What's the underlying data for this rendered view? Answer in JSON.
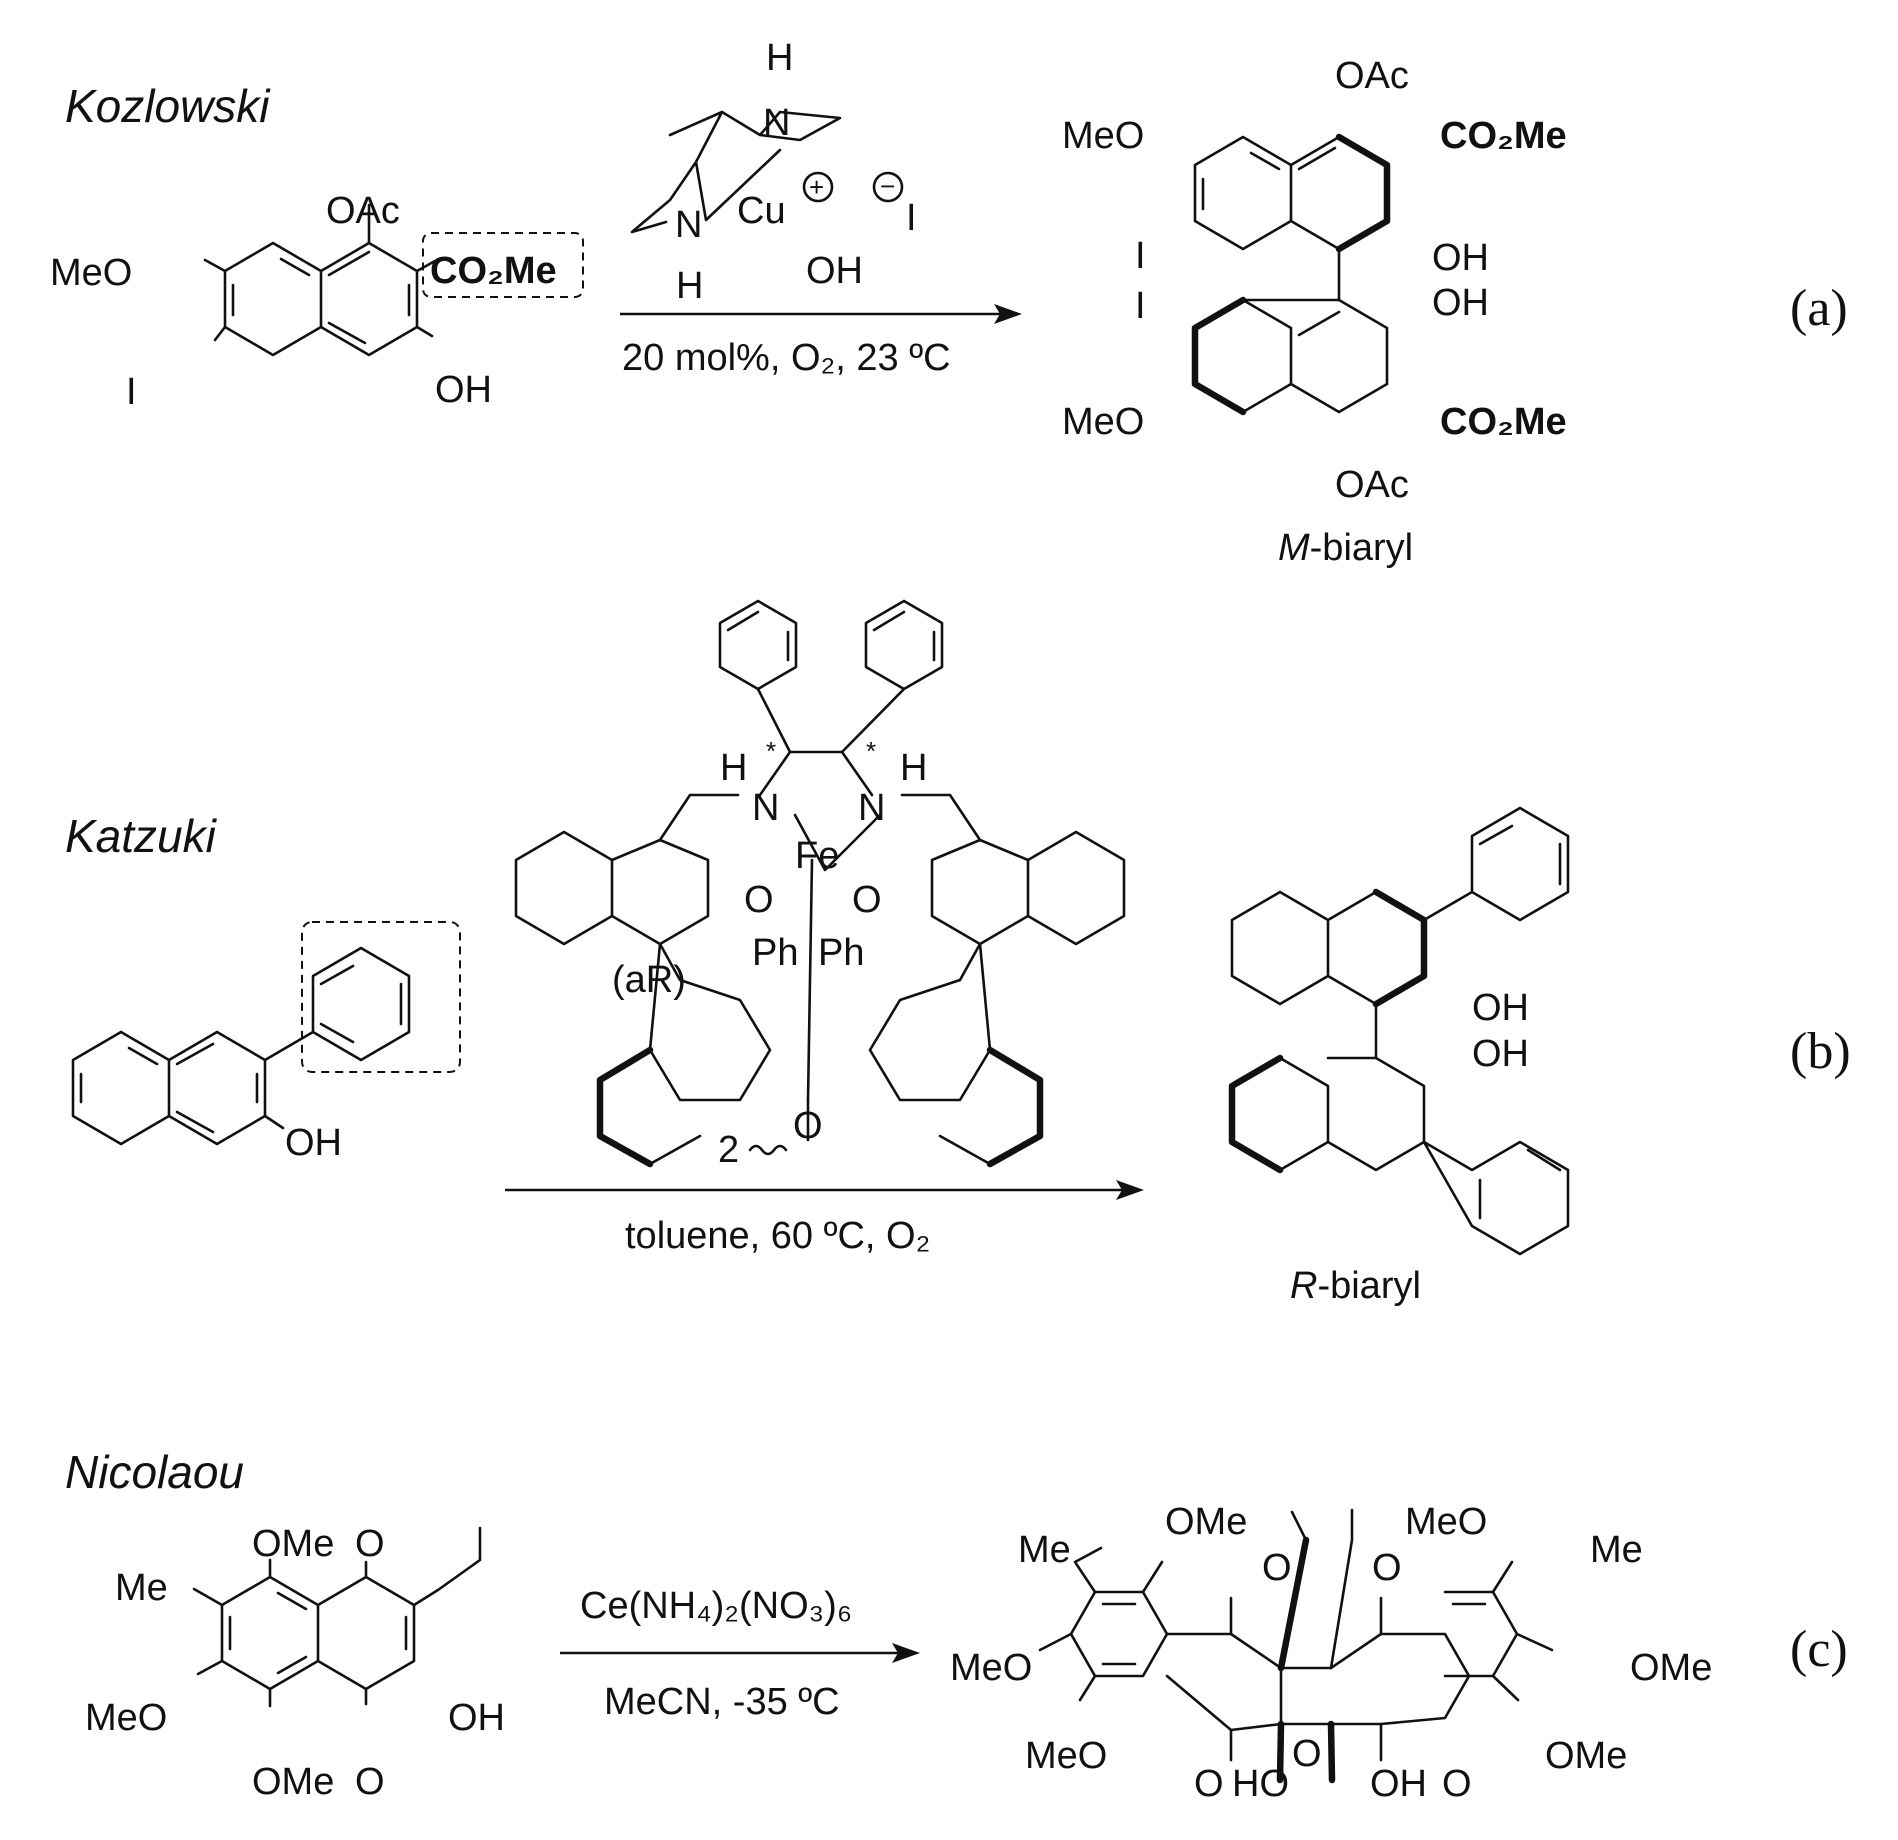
{
  "authors": {
    "a": "Kozlowski",
    "b": "Katzuki",
    "c": "Nicolaou"
  },
  "tags": {
    "a": "(a)",
    "b": "(b)",
    "c": "(c)"
  },
  "scheme_a": {
    "sm": {
      "oac": "OAc",
      "meo": "MeO",
      "co2me": "CO₂Me",
      "i": "I",
      "oh": "OH"
    },
    "catalyst": {
      "h_top": "H",
      "n_top": "N",
      "n_left": "N",
      "cu": "Cu",
      "plus": "+",
      "minus": "−",
      "iodide": "I",
      "h_bottom": "H",
      "oh": "OH"
    },
    "conditions": "20 mol%, O₂, 23 ºC",
    "product": {
      "oac_top": "OAc",
      "meo_top": "MeO",
      "co2me_top": "CO₂Me",
      "i_top": "I",
      "oh_top": "OH",
      "i_bottom": "I",
      "oh_bottom": "OH",
      "meo_bottom": "MeO",
      "co2me_bottom": "CO₂Me",
      "oac_bottom": "OAc",
      "name_prefix": "M",
      "name_suffix": "-biaryl"
    }
  },
  "scheme_b": {
    "sm": {
      "oh": "OH"
    },
    "catalyst": {
      "h_left": "H",
      "h_right": "H",
      "star": "*",
      "n": "N",
      "fe": "Fe",
      "o": "O",
      "ph": "Ph",
      "ar": "(aR)",
      "two": "2"
    },
    "conditions": "toluene, 60 ºC, O₂",
    "product": {
      "oh_top": "OH",
      "oh_bottom": "OH",
      "name_prefix": "R",
      "name_suffix": "-biaryl"
    }
  },
  "scheme_c": {
    "sm": {
      "ome_top": "OMe",
      "o_top": "O",
      "me": "Me",
      "meo": "MeO",
      "oh": "OH",
      "ome_bottom": "OMe",
      "o_bottom": "O"
    },
    "reagent": "Ce(NH₄)₂(NO₃)₆",
    "conditions": "MeCN, -35 ºC",
    "product": {
      "me_left": "Me",
      "ome_left": "OMe",
      "o1": "O",
      "meo_right_top": "MeO",
      "me_right": "Me",
      "o2": "O",
      "meo_left": "MeO",
      "ome_right": "OMe",
      "meo_left_bottom": "MeO",
      "ome_right_bottom": "OMe",
      "o_ring": "O",
      "o3": "O",
      "ho": "HO",
      "oh": "OH",
      "o4": "O"
    }
  }
}
